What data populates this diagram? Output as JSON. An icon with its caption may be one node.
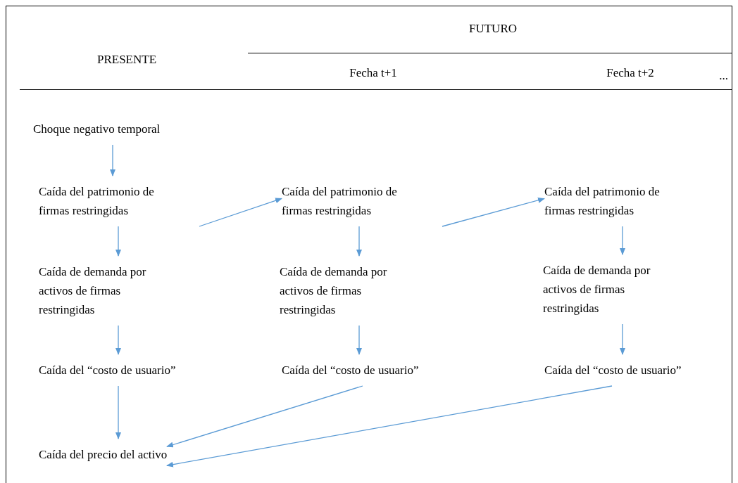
{
  "diagram": {
    "nodes": [
      {
        "text": [
          "Choque negativo temporal"
        ]
      },
      {
        "text": [
          "Caída del patrimonio de firmas restringidas"
        ]
      },
      {
        "text": [
          "Caída de demanda por activos de firmas restringidas"
        ]
      },
      {
        "text": [
          "Caída del “costo de usuario”"
        ]
      },
      {
        "text": [
          "Caída del precio del activo"
        ]
      },
      {
        "text": [
          "Caída del patrimonio de firmas restringidas"
        ]
      },
      {
        "text": [
          "Caída de demanda por activos de firmas restringidas"
        ]
      },
      {
        "text": [
          "Caída del “costo de usuario”"
        ]
      },
      {
        "text": [
          "Caída del patrimonio de firmas restringidas"
        ]
      },
      {
        "text": [
          "Caída de demanda por activos de firmas restringidas"
        ]
      },
      {
        "text": [
          "Caída del “costo de usuario”"
        ]
      }
    ],
    "edges": [
      {
        "from": 0,
        "to": 1,
        "arrow": "to"
      },
      {
        "from": 1,
        "to": 2,
        "arrow": "to"
      },
      {
        "from": 2,
        "to": 3,
        "arrow": "to"
      },
      {
        "from": 3,
        "to": 4,
        "arrow": "to"
      },
      {
        "from": 1,
        "to": 5,
        "arrow": "to"
      },
      {
        "from": 5,
        "to": 6,
        "arrow": "to"
      },
      {
        "from": 6,
        "to": 7,
        "arrow": "to"
      },
      {
        "from": 7,
        "to": 4,
        "arrow": "to"
      },
      {
        "from": 5,
        "to": 8,
        "arrow": "to"
      },
      {
        "from": 8,
        "to": 9,
        "arrow": "to"
      },
      {
        "from": 9,
        "to": 10,
        "arrow": "to"
      },
      {
        "from": 10,
        "to": 4,
        "arrow": "to"
      }
    ],
    "labels": [
      "FUTURO",
      "PRESENTE",
      "Fecha t+1",
      "Fecha t+2",
      "..."
    ]
  }
}
